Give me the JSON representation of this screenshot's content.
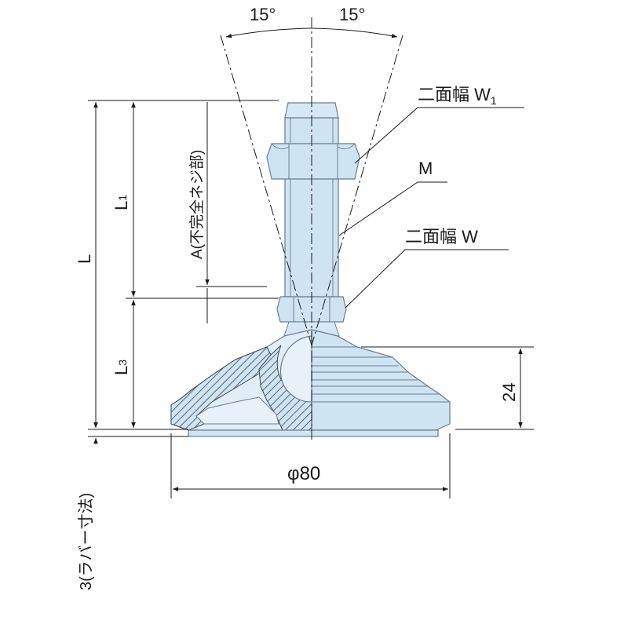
{
  "diagram": {
    "angle_left": "15°",
    "angle_right": "15°",
    "label_w1_prefix": "二面幅 W",
    "label_w1_sub": "1",
    "label_m": "M",
    "label_w": "二面幅 W",
    "dim_l": "L",
    "dim_l1": "L",
    "dim_l1_sub": "1",
    "dim_l3": "L",
    "dim_l3_sub": "3",
    "dim_a": "A(不完全ネジ部)",
    "dim_rubber": "3(ラバー寸法)",
    "dim_24": "24",
    "dim_phi80": "φ80"
  },
  "colors": {
    "part_fill": "#cfe4f3",
    "part_fill_light": "#e1eef8",
    "outline": "#6b7b8c",
    "line": "#1a1a1a"
  }
}
